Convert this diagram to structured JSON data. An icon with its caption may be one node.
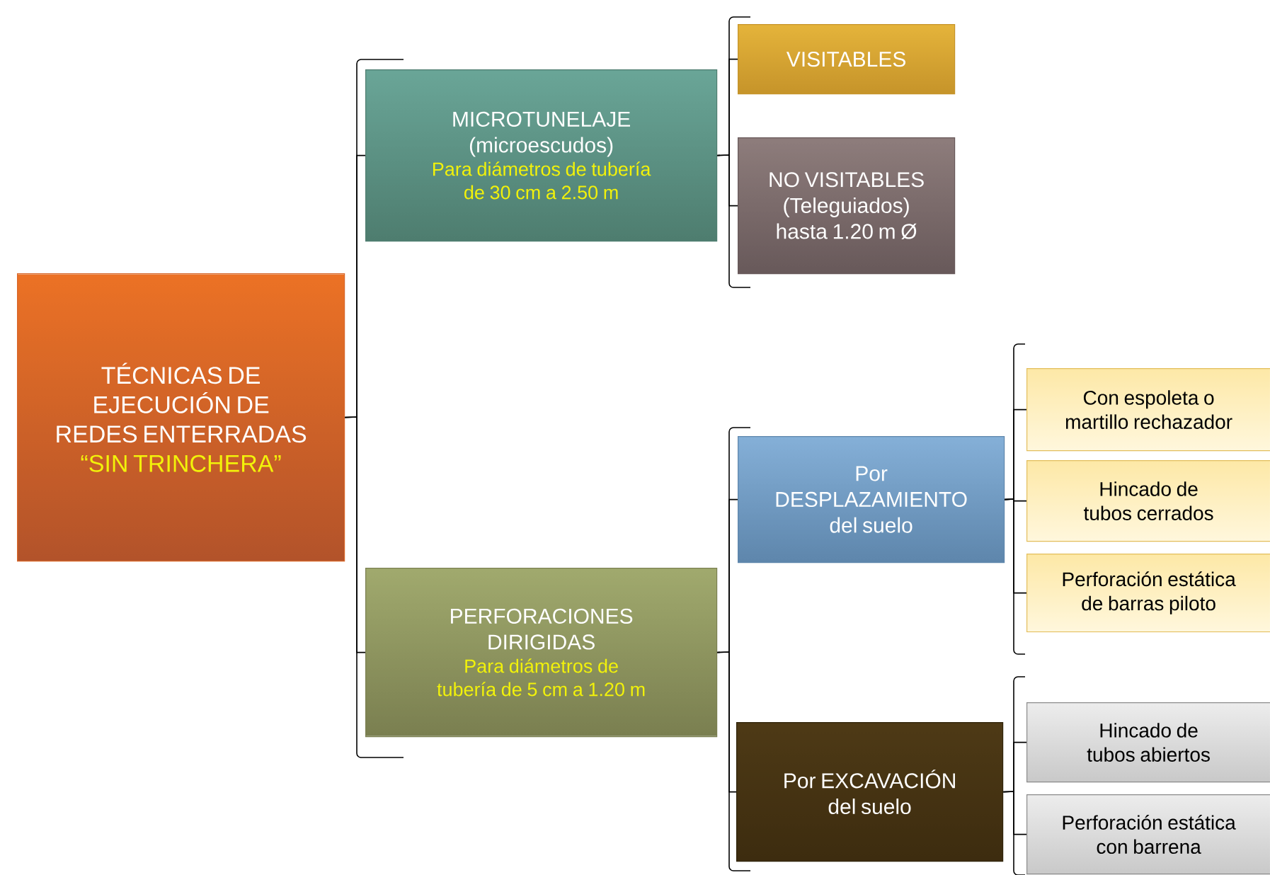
{
  "diagram": {
    "nodes": [
      {
        "text": [
          "TÉCNICAS DE EJECUCIÓN DE REDES ENTERRADAS",
          "“SIN TRINCHERA”"
        ]
      },
      {
        "text": [
          "MICROTUNELAJE (microescudos)",
          "Para diámetros de tubería de 30 cm a 2.50 m"
        ]
      },
      {
        "text": [
          "PERFORACIONES DIRIGIDAS",
          "Para diámetros de tubería de 5 cm a 1.20 m"
        ]
      },
      {
        "text": [
          "VISITABLES"
        ]
      },
      {
        "text": [
          "NO VISITABLES (Teleguiados) hasta 1.20 m Ø"
        ]
      },
      {
        "text": [
          "Por DESPLAZAMIENTO del suelo"
        ]
      },
      {
        "text": [
          "Por EXCAVACIÓN del suelo"
        ]
      },
      {
        "text": [
          "Con espoleta o martillo rechazador"
        ]
      },
      {
        "text": [
          "Hincado de tubos cerrados"
        ]
      },
      {
        "text": [
          "Perforación estática de barras piloto"
        ]
      },
      {
        "text": [
          "Hincado de tubos abiertos"
        ]
      },
      {
        "text": [
          "Perforación estática con barrena"
        ]
      }
    ],
    "edges": [
      {
        "from": 0,
        "to": 1,
        "arrow": "none"
      },
      {
        "from": 0,
        "to": 2,
        "arrow": "none"
      },
      {
        "from": 1,
        "to": 3,
        "arrow": "none"
      },
      {
        "from": 1,
        "to": 4,
        "arrow": "none"
      },
      {
        "from": 2,
        "to": 5,
        "arrow": "none"
      },
      {
        "from": 2,
        "to": 6,
        "arrow": "none"
      },
      {
        "from": 5,
        "to": 7,
        "arrow": "none"
      },
      {
        "from": 5,
        "to": 8,
        "arrow": "none"
      },
      {
        "from": 5,
        "to": 9,
        "arrow": "none"
      },
      {
        "from": 6,
        "to": 10,
        "arrow": "none"
      },
      {
        "from": 6,
        "to": 11,
        "arrow": "none"
      }
    ]
  }
}
